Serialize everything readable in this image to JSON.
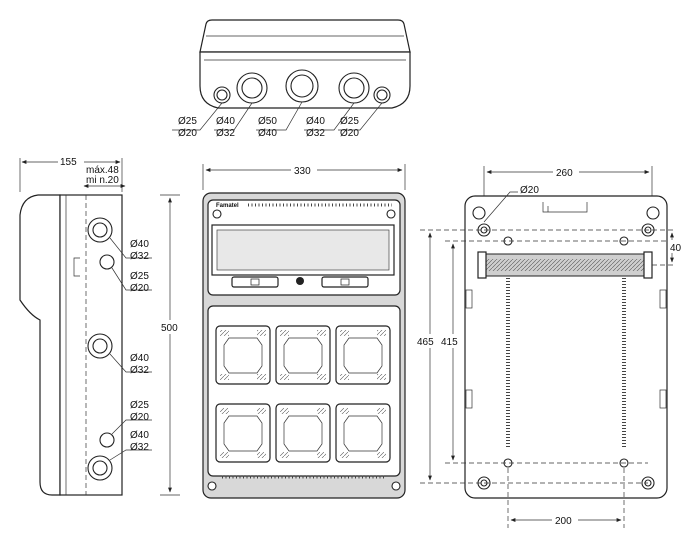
{
  "top_view": {
    "callouts": [
      {
        "top": "Ø25",
        "bottom": "Ø20"
      },
      {
        "top": "Ø40",
        "bottom": "Ø32"
      },
      {
        "top": "Ø50",
        "bottom": "Ø40"
      },
      {
        "top": "Ø40",
        "bottom": "Ø32"
      },
      {
        "top": "Ø25",
        "bottom": "Ø20"
      }
    ]
  },
  "side_view": {
    "depth": "155",
    "gap_top": "máx.48",
    "gap_bottom": "mi n.20",
    "callouts": [
      {
        "top": "Ø40",
        "bottom": "Ø32"
      },
      {
        "top": "Ø25",
        "bottom": "Ø20"
      },
      {
        "top": "Ø40",
        "bottom": "Ø32"
      },
      {
        "top": "Ø25",
        "bottom": "Ø20"
      },
      {
        "top": "Ø40",
        "bottom": "Ø32"
      }
    ]
  },
  "front_view": {
    "width": "330",
    "height": "500",
    "brand": "Famatel"
  },
  "rear_view": {
    "width": "260",
    "hole": "Ø20",
    "offset": "40",
    "outer_height": "465",
    "inner_height": "415",
    "bottom_spacing": "200"
  }
}
